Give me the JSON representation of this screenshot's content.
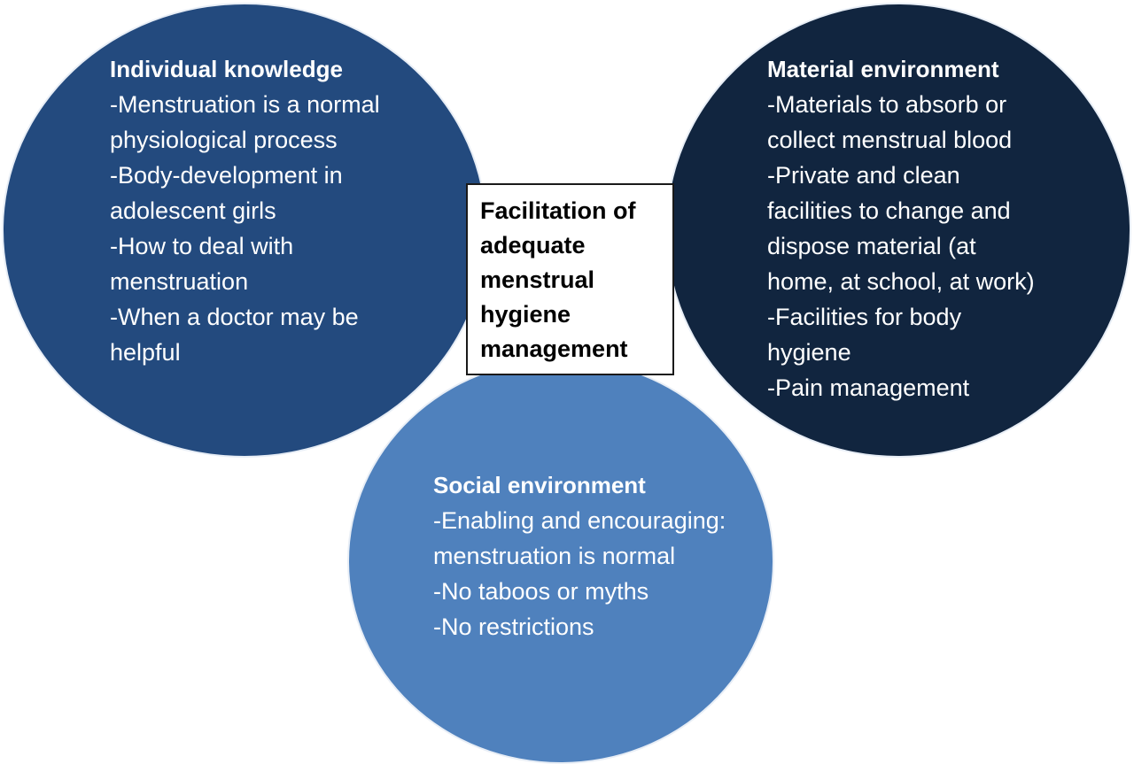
{
  "colors": {
    "individual_knowledge": "#234a7e",
    "material_environment": "#11253f",
    "social_environment": "#4f81bd",
    "center_box_fill": "#ffffff"
  },
  "center": {
    "lines": [
      "Facilitation of",
      "adequate",
      "menstrual",
      "hygiene",
      "management"
    ]
  },
  "individual_knowledge": {
    "title": "Individual knowledge",
    "lines": [
      "-Menstruation is a normal",
      "physiological process",
      "-Body-development in",
      "adolescent girls",
      "-How to deal with",
      "menstruation",
      "-When a doctor may be",
      "helpful"
    ]
  },
  "material_environment": {
    "title": "Material environment",
    "lines": [
      "-Materials to absorb or",
      "collect menstrual blood",
      "-Private and clean",
      "facilities to change and",
      "dispose material (at",
      "home, at school, at work)",
      "-Facilities for body",
      "hygiene",
      "-Pain management"
    ]
  },
  "social_environment": {
    "title": "Social environment",
    "lines": [
      "-Enabling and encouraging:",
      "menstruation is normal",
      "-No taboos or myths",
      "-No restrictions"
    ]
  }
}
